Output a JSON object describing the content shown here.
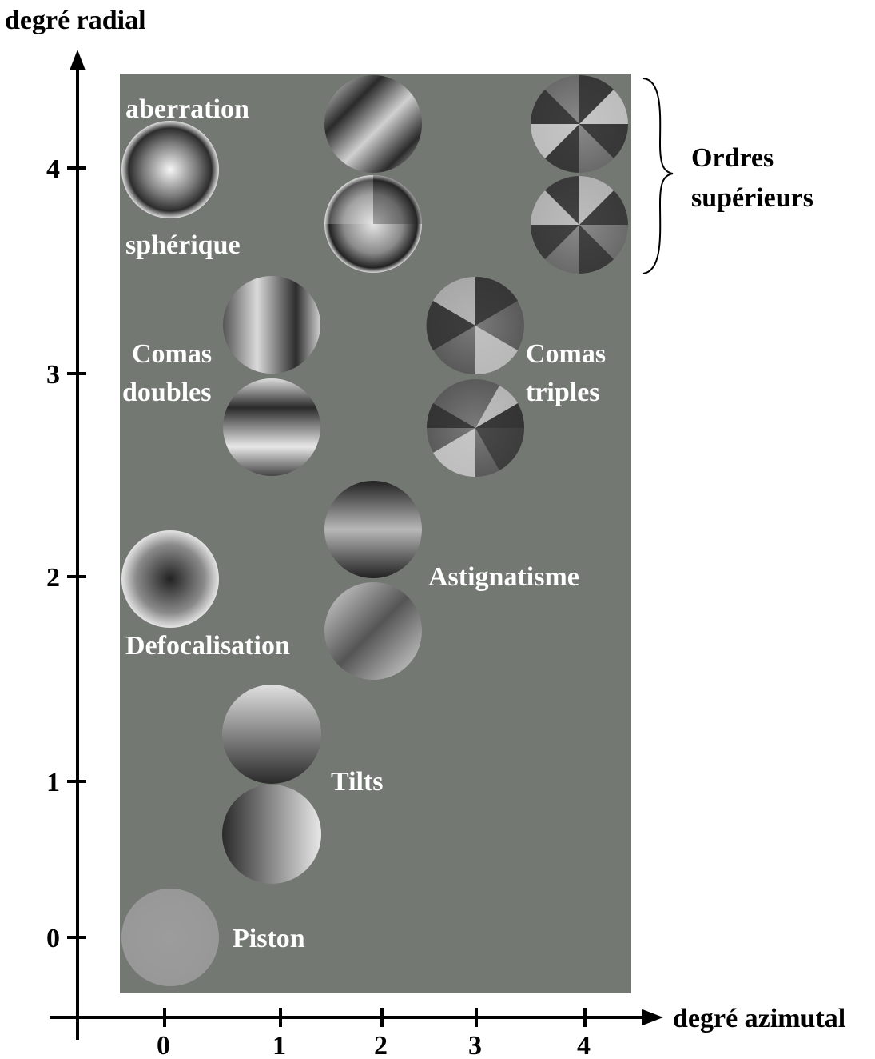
{
  "axes": {
    "y_label": "degré radial",
    "x_label": "degré azimutal",
    "y_ticks": [
      "0",
      "1",
      "2",
      "3",
      "4"
    ],
    "x_ticks": [
      "0",
      "1",
      "2",
      "3",
      "4"
    ]
  },
  "labels": {
    "aberration": "aberration",
    "spherique": "sphérique",
    "comas_doubles_1": "Comas",
    "comas_doubles_2": "doubles",
    "comas_triples_1": "Comas",
    "comas_triples_2": "triples",
    "astigmatisme": "Astignatisme",
    "defocalisation": "Defocalisation",
    "tilts": "Tilts",
    "piston": "Piston",
    "ordres_1": "Ordres",
    "ordres_2": "supérieurs"
  },
  "colors": {
    "panel": "#737873",
    "axis": "#000000",
    "label": "#ffffff"
  }
}
